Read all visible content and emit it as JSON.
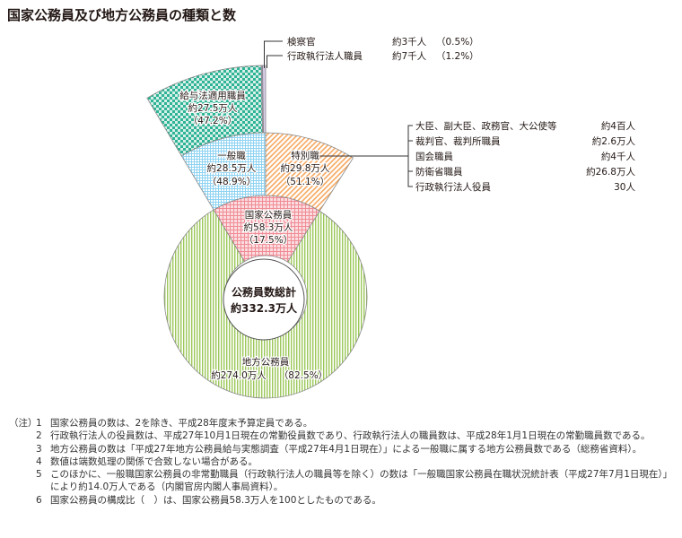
{
  "title": "国家公務員及び地方公務員の種類と数",
  "chart_data": {
    "type": "pie",
    "subtype": "sunburst",
    "title": "国家公務員及び地方公務員の種類と数",
    "center": {
      "label": "公務員数総計",
      "value": "約332.3万人",
      "total_man": 332.3
    },
    "rings": [
      {
        "level": 1,
        "segments": [
          {
            "name": "国家公務員",
            "value_man": 58.3,
            "value_label": "約58.3万人",
            "percent": 17.5,
            "percent_label": "（17.5%）",
            "color": "#f08c96"
          },
          {
            "name": "地方公務員",
            "value_man": 274.0,
            "value_label": "約274.0万人",
            "percent": 82.5,
            "percent_label": "（82.5%）",
            "color": "#9cc85a"
          }
        ]
      },
      {
        "level": 2,
        "parent": "国家公務員",
        "segments": [
          {
            "name": "一般職",
            "value_man": 28.5,
            "value_label": "約28.5万人",
            "percent": 48.9,
            "percent_label": "（48.9%）",
            "color": "#7fcdf0"
          },
          {
            "name": "特別職",
            "value_man": 29.8,
            "value_label": "約29.8万人",
            "percent": 51.1,
            "percent_label": "（51.1%）",
            "color": "#f7a860"
          }
        ]
      },
      {
        "level": 3,
        "parent": "一般職",
        "segments": [
          {
            "name": "給与法適用職員",
            "value_man": 27.5,
            "value_label": "約27.5万人",
            "percent": 47.2,
            "percent_label": "（47.2%）",
            "color": "#2eb396"
          },
          {
            "name": "検察官",
            "value_label": "約3千人",
            "percent": 0.5,
            "percent_label": "（0.5%）",
            "color": "#b39bcc"
          },
          {
            "name": "行政執行法人職員",
            "value_label": "約7千人",
            "percent": 1.2,
            "percent_label": "（1.2%）",
            "color": "#d8cde8"
          }
        ]
      }
    ],
    "special_breakdown": [
      {
        "name": "大臣、副大臣、政務官、大公使等",
        "value": "約4百人"
      },
      {
        "name": "裁判官、裁判所職員",
        "value": "約2.6万人"
      },
      {
        "name": "国会職員",
        "value": "約4千人"
      },
      {
        "name": "防衛省職員",
        "value": "約26.8万人"
      },
      {
        "name": "行政執行法人役員",
        "value": "30人"
      }
    ]
  },
  "notes": {
    "head": "（注）",
    "items": [
      {
        "num": "1",
        "text": "国家公務員の数は、2を除き、平成28年度末予算定員である。"
      },
      {
        "num": "2",
        "text": "行政執行法人の役員数は、平成27年10月1日現在の常勤役員数であり、行政執行法人の職員数は、平成28年1月1日現在の常勤職員数である。"
      },
      {
        "num": "3",
        "text": "地方公務員の数は「平成27年地方公務員給与実態調査（平成27年4月1日現在）」による一般職に属する地方公務員数である（総務省資料）。"
      },
      {
        "num": "4",
        "text": "数値は端数処理の関係で合致しない場合がある。"
      },
      {
        "num": "5",
        "text": "このほかに、一般職国家公務員の非常勤職員（行政執行法人の職員等を除く）の数は「一般職国家公務員在職状況統計表（平成27年7月1日現在）」により約14.0万人である（内閣官房内閣人事局資料）。"
      },
      {
        "num": "6",
        "text": "国家公務員の構成比（　）は、国家公務員58.3万人を100としたものである。"
      }
    ]
  }
}
